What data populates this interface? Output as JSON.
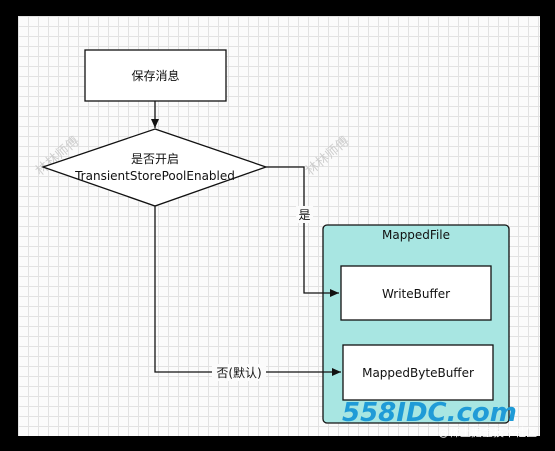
{
  "diagram": {
    "save_message": "保存消息",
    "decision_line1": "是否开启",
    "decision_line2": "TransientStorePoolEnabled",
    "yes_label": "是",
    "no_label": "否(默认)",
    "mapped_file_title": "MappedFile",
    "write_buffer": "WriteBuffer",
    "mapped_byte_buffer": "MappedByteBuffer"
  },
  "watermarks": {
    "left": "林林师傅",
    "right": "林林师傅"
  },
  "branding": {
    "logo_text": "558IDC.com",
    "caption": "@稀土掘金技术社区"
  },
  "colors": {
    "frame": "#000000",
    "grid": "#e2e2e2",
    "container_fill": "#a8e6e2",
    "stroke": "#111111",
    "logo": "#1f9bd7"
  }
}
